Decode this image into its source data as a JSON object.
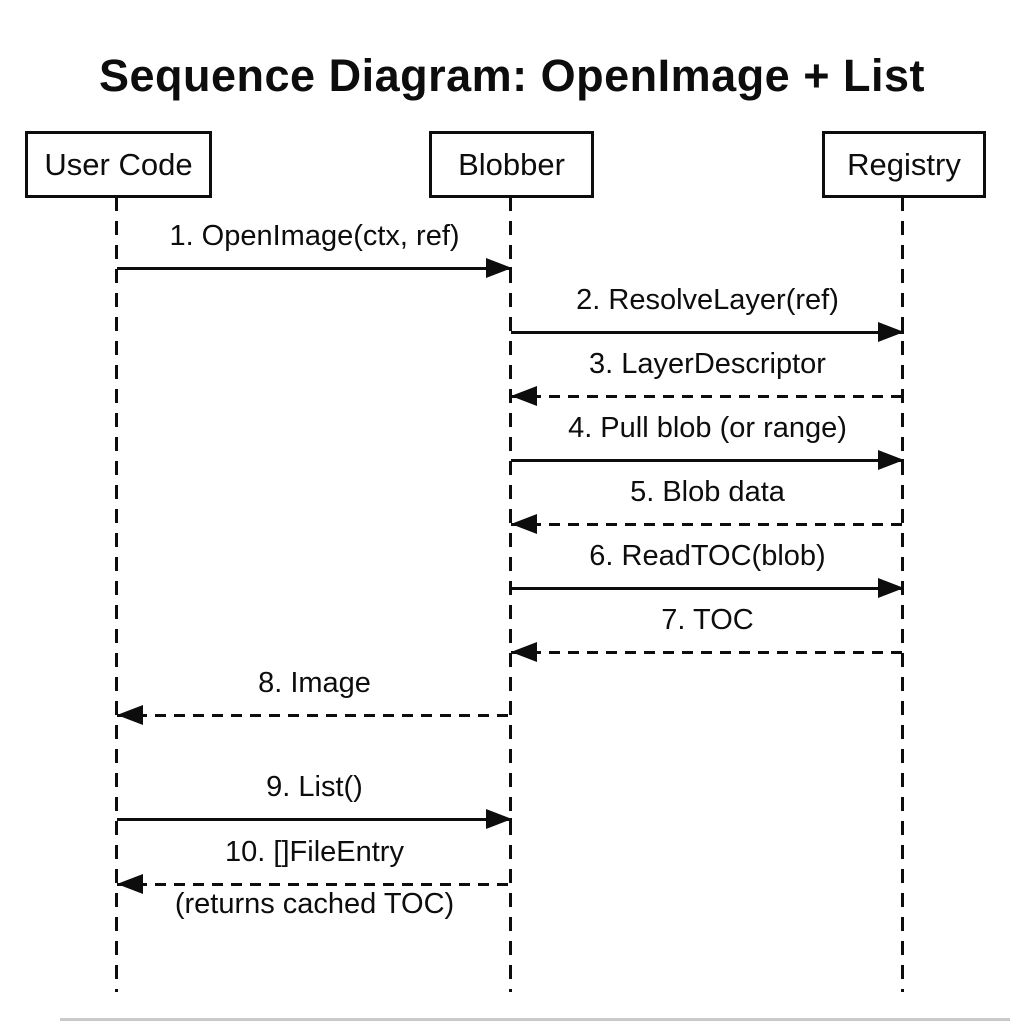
{
  "title": "Sequence Diagram: OpenImage + List",
  "participants": [
    {
      "name": "User Code"
    },
    {
      "name": "Blobber"
    },
    {
      "name": "Registry"
    }
  ],
  "messages": [
    {
      "label": "1. OpenImage(ctx, ref)",
      "from": "User Code",
      "to": "Blobber",
      "line": "solid",
      "direction": "right"
    },
    {
      "label": "2. ResolveLayer(ref)",
      "from": "Blobber",
      "to": "Registry",
      "line": "solid",
      "direction": "right"
    },
    {
      "label": "3. LayerDescriptor",
      "from": "Registry",
      "to": "Blobber",
      "line": "dashed",
      "direction": "left"
    },
    {
      "label": "4. Pull blob (or range)",
      "from": "Blobber",
      "to": "Registry",
      "line": "solid",
      "direction": "right"
    },
    {
      "label": "5. Blob data",
      "from": "Registry",
      "to": "Blobber",
      "line": "dashed",
      "direction": "left"
    },
    {
      "label": "6. ReadTOC(blob)",
      "from": "Blobber",
      "to": "Registry",
      "line": "solid",
      "direction": "right"
    },
    {
      "label": "7. TOC",
      "from": "Registry",
      "to": "Blobber",
      "line": "dashed",
      "direction": "left"
    },
    {
      "label": "8. Image",
      "from": "Blobber",
      "to": "User Code",
      "line": "dashed",
      "direction": "left"
    },
    {
      "label": "9. List()",
      "from": "User Code",
      "to": "Blobber",
      "line": "solid",
      "direction": "right"
    },
    {
      "label": "10. []FileEntry",
      "from": "Blobber",
      "to": "User Code",
      "line": "dashed",
      "direction": "left",
      "note": "(returns cached TOC)"
    }
  ],
  "colors": {
    "line": "#0d0d0d",
    "background": "#ffffff",
    "cropped_edge": "#c9c9c9"
  }
}
